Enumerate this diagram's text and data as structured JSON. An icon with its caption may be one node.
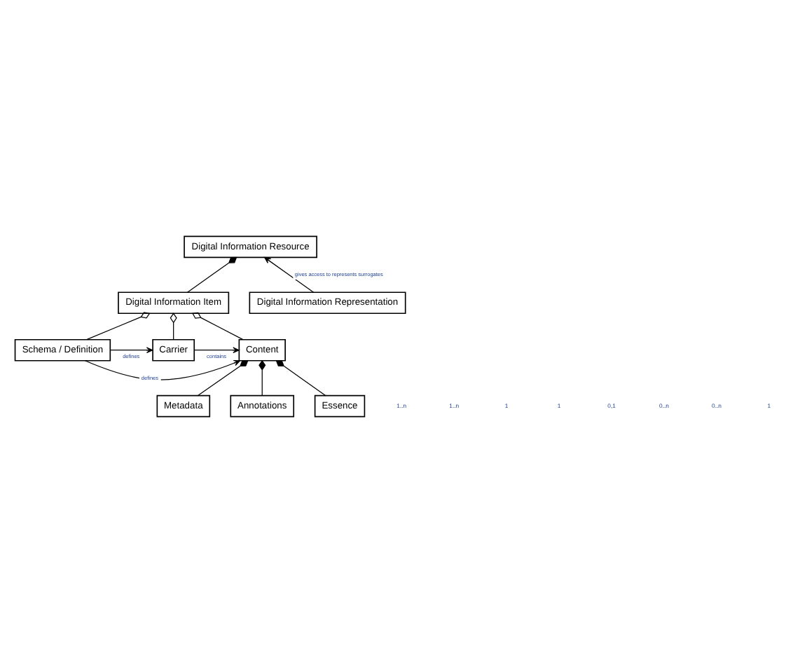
{
  "diagram": {
    "nodes": [
      {
        "text": [
          "Digital Information Resource"
        ]
      },
      {
        "text": [
          "Digital Information Item"
        ]
      },
      {
        "text": [
          "Digital Information Representation"
        ]
      },
      {
        "text": [
          "Content"
        ]
      },
      {
        "text": [
          "Carrier"
        ]
      },
      {
        "text": [
          "Schema / Definition"
        ]
      },
      {
        "text": [
          "Metadata"
        ]
      },
      {
        "text": [
          "Annotations"
        ]
      },
      {
        "text": [
          "Essence"
        ]
      }
    ],
    "edges": [
      {
        "from": 1,
        "to": 0,
        "arrow": "other"
      },
      {
        "from": 2,
        "to": 0,
        "arrow": "to",
        "label": "gives access to represents surrogates"
      },
      {
        "from": 3,
        "to": 1,
        "arrow": "other"
      },
      {
        "from": 4,
        "to": 1,
        "arrow": "other"
      },
      {
        "from": 5,
        "to": 1,
        "arrow": "other"
      },
      {
        "from": 4,
        "to": 3,
        "arrow": "to",
        "label": "contains"
      },
      {
        "from": 5,
        "to": 4,
        "arrow": "to",
        "label": "defines"
      },
      {
        "from": 5,
        "to": 3,
        "arrow": "to",
        "label": "defines"
      },
      {
        "from": 6,
        "to": 3,
        "arrow": "other"
      },
      {
        "from": 7,
        "to": 3,
        "arrow": "other"
      },
      {
        "from": 8,
        "to": 3,
        "arrow": "other"
      }
    ],
    "labels": [
      "1..n",
      "1..n",
      "1",
      "1",
      "0,1",
      "0..n",
      "0..n",
      "1"
    ]
  }
}
